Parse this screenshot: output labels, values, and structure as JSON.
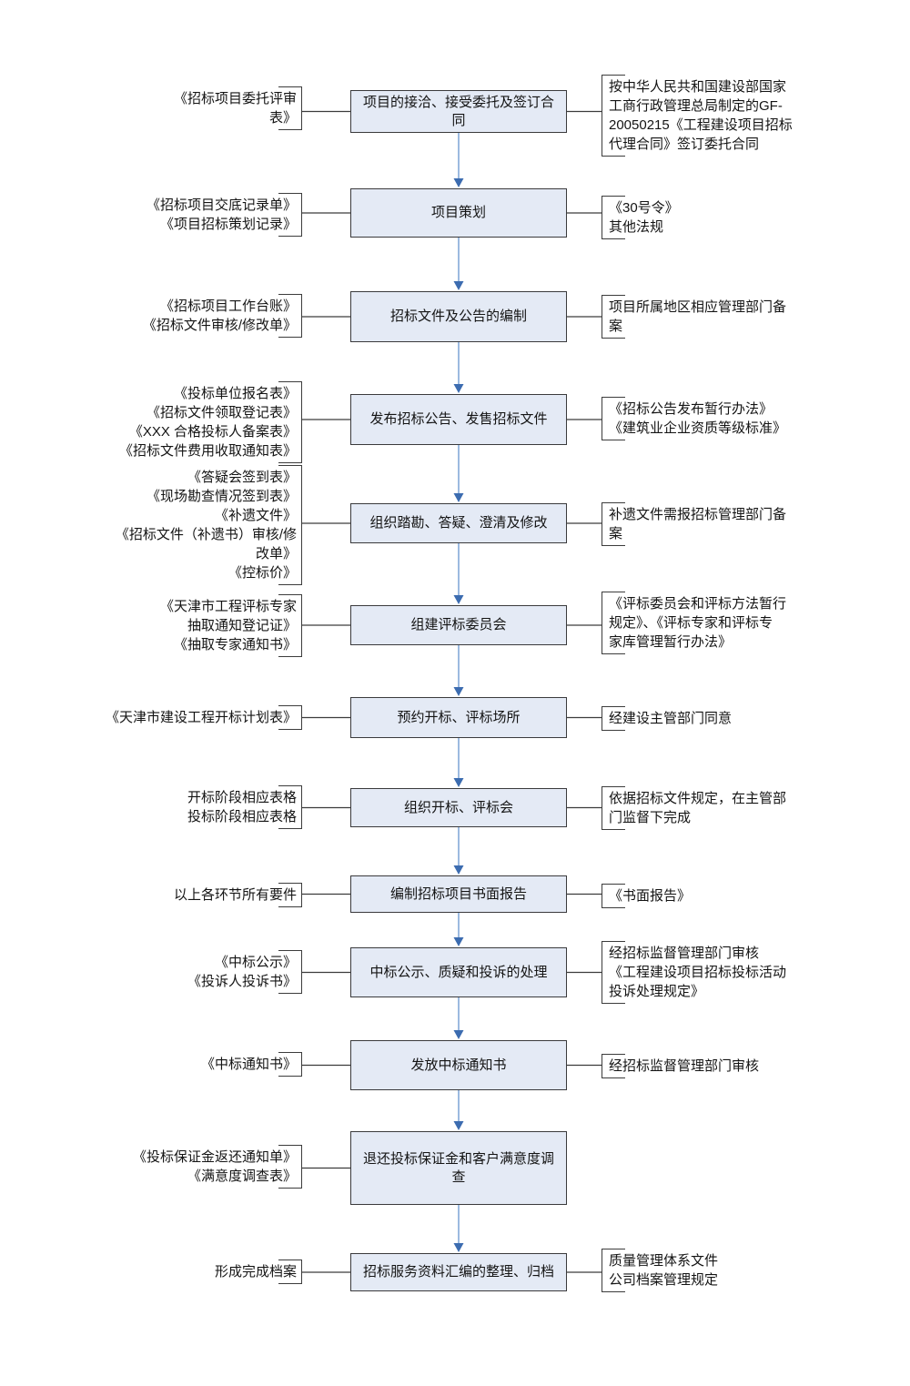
{
  "colors": {
    "background": "#ffffff",
    "box_fill": "#e4eaf5",
    "box_border": "#3a3a3c",
    "text": "#141414",
    "connector": "#3c3c3c",
    "arrow_stem": "#7ba3d6",
    "arrow_head": "#3c6cb0"
  },
  "flow": {
    "rows": [
      {
        "left": "《招标项目委托评审\n表》",
        "center": "项目的接洽、接受委托及签订合\n同",
        "right": "按中华人民共和国建设部国家\n工商行政管理总局制定的GF-\n20050215《工程建设项目招标\n代理合同》签订委托合同"
      },
      {
        "left": "《招标项目交底记录单》\n《项目招标策划记录》",
        "center": "项目策划",
        "right": "《30号令》\n其他法规"
      },
      {
        "left": "《招标项目工作台账》\n《招标文件审核/修改单》",
        "center": "招标文件及公告的编制",
        "right": "项目所属地区相应管理部门备\n案"
      },
      {
        "left": "《投标单位报名表》\n《招标文件领取登记表》\n《XXX 合格投标人备案表》\n《招标文件费用收取通知表》",
        "center": "发布招标公告、发售招标文件",
        "right": "《招标公告发布暂行办法》\n《建筑业企业资质等级标准》"
      },
      {
        "left": "《答疑会签到表》\n《现场勘查情况签到表》\n《补遗文件》\n《招标文件（补遗书）审核/修\n改单》\n《控标价》",
        "center": "组织踏勘、答疑、澄清及修改",
        "right": "补遗文件需报招标管理部门备\n案"
      },
      {
        "left": "《天津市工程评标专家\n抽取通知登记证》\n《抽取专家通知书》",
        "center": "组建评标委员会",
        "right": "《评标委员会和评标方法暂行\n规定》、《评标专家和评标专\n家库管理暂行办法》"
      },
      {
        "left": "《天津市建设工程开标计划表》",
        "center": "预约开标、评标场所",
        "right": "经建设主管部门同意"
      },
      {
        "left": "开标阶段相应表格\n投标阶段相应表格",
        "center": "组织开标、评标会",
        "right": "依据招标文件规定，在主管部\n门监督下完成"
      },
      {
        "left": "以上各环节所有要件",
        "center": "编制招标项目书面报告",
        "right": "《书面报告》"
      },
      {
        "left": "《中标公示》\n《投诉人投诉书》",
        "center": "中标公示、质疑和投诉的处理",
        "right": "经招标监督管理部门审核\n《工程建设项目招标投标活动\n投诉处理规定》"
      },
      {
        "left": "《中标通知书》",
        "center": "发放中标通知书",
        "right": "经招标监督管理部门审核"
      },
      {
        "left": "《投标保证金返还通知单》\n《满意度调查表》",
        "center": "退还投标保证金和客户满意度调\n查",
        "right": null
      },
      {
        "left": "形成完成档案",
        "center": "招标服务资料汇编的整理、归档",
        "right": "质量管理体系文件\n公司档案管理规定"
      }
    ]
  }
}
